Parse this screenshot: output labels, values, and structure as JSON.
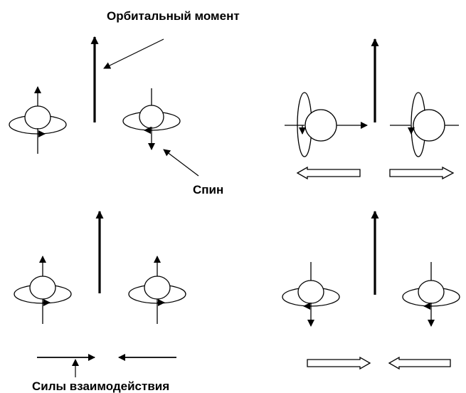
{
  "labels": {
    "orbital_moment": "Орбитальный момент",
    "spin": "Спин",
    "interaction_forces": "Силы взаимодействия"
  },
  "colors": {
    "stroke": "#000000",
    "background": "#ffffff"
  }
}
